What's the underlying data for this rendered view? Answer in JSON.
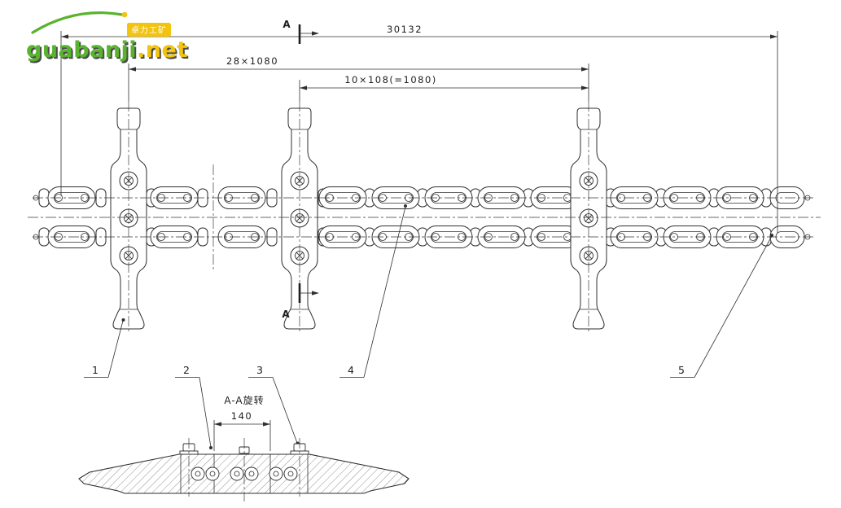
{
  "logo": {
    "name": "guabanji",
    "tld": ".net",
    "badge": "卓力工矿"
  },
  "dimensions": {
    "total": "30132",
    "outer_pitch": "28×1080",
    "inner_pitch": "10×108(=1080)",
    "clamp_width": "140"
  },
  "markers": {
    "top": "A",
    "bottom": "A"
  },
  "section_view": {
    "title": "A-A旋转"
  },
  "callouts": {
    "n1": "1",
    "n2": "2",
    "n3": "3",
    "n4": "4",
    "n5": "5"
  },
  "colors": {
    "line": "#2f2f2f",
    "logo_green": "#58b32e",
    "logo_yellow": "#f2c410"
  }
}
